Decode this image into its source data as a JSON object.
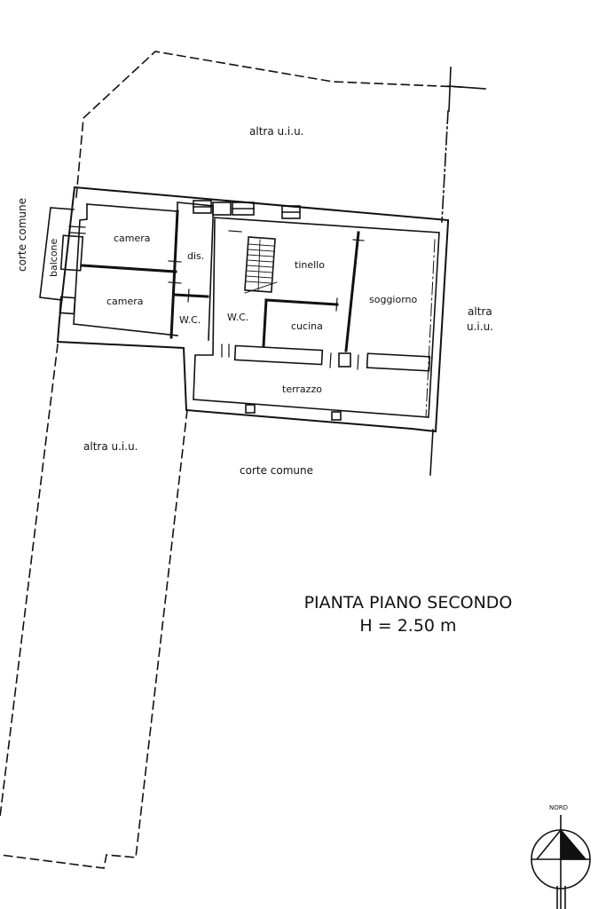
{
  "title": {
    "line1": "PIANTA PIANO SECONDO",
    "line2": "H = 2.50 m"
  },
  "rooms": [
    {
      "id": "camera-1",
      "label": "camera"
    },
    {
      "id": "camera-2",
      "label": "camera"
    },
    {
      "id": "dis",
      "label": "dis."
    },
    {
      "id": "wc-1",
      "label": "W.C."
    },
    {
      "id": "wc-2",
      "label": "W.C."
    },
    {
      "id": "tinello",
      "label": "tinello"
    },
    {
      "id": "cucina",
      "label": "cucina"
    },
    {
      "id": "soggiorno",
      "label": "soggiorno"
    },
    {
      "id": "terrazzo",
      "label": "terrazzo"
    },
    {
      "id": "balcone",
      "label": "balcone"
    }
  ],
  "zones": {
    "top": "altra u.i.u.",
    "right_line1": "altra",
    "right_line2": "u.i.u.",
    "left_bottom": "altra u.i.u.",
    "corte_left": "corte comune",
    "corte_bottom": "corte comune"
  },
  "north_arrow": {
    "label": "NORD",
    "icon": "north-arrow-icon"
  },
  "colors": {
    "ink": "#111111",
    "paper": "#ffffff"
  }
}
